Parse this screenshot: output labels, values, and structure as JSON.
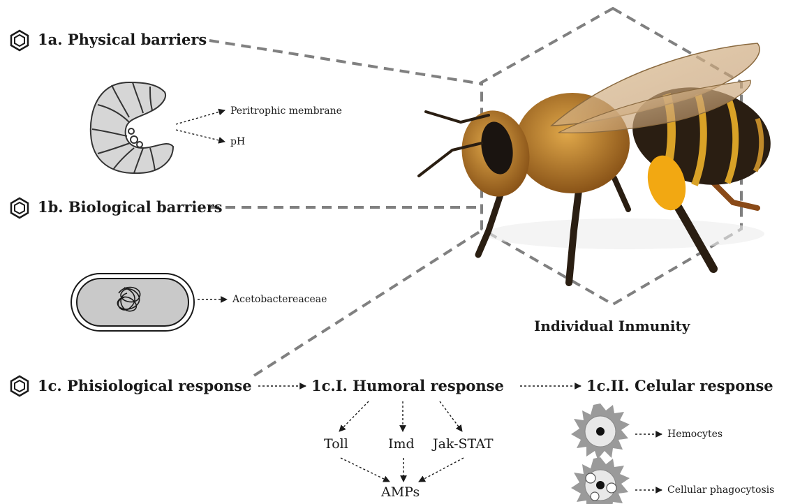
{
  "physical": {
    "heading": "1a. Physical barriers",
    "items": [
      "Peritrophic membrane",
      "pH"
    ]
  },
  "biological": {
    "heading": "1b. Biological barriers",
    "items": [
      "Acetobactereaceae"
    ]
  },
  "bee": {
    "caption": "Individual Inmunity"
  },
  "physiological": {
    "heading": "1c. Phisiological response",
    "humoral": {
      "heading": "1c.I. Humoral response",
      "pathways": [
        "Toll",
        "Imd",
        "Jak-STAT"
      ],
      "output": "AMPs"
    },
    "cellular": {
      "heading": "1c.II. Celular response",
      "items": [
        "Hemocytes",
        "Cellular phagocytosis"
      ]
    }
  },
  "colors": {
    "dash_line": "#808080",
    "bee_body": "#2a1e12",
    "bee_hair": "#c8892e",
    "bee_stripe": "#d9a227",
    "pollen": "#f2a812",
    "wing": "#d8b98c",
    "cell_fill": "#9a9a9a",
    "larva_fill": "#d6d6d6"
  }
}
